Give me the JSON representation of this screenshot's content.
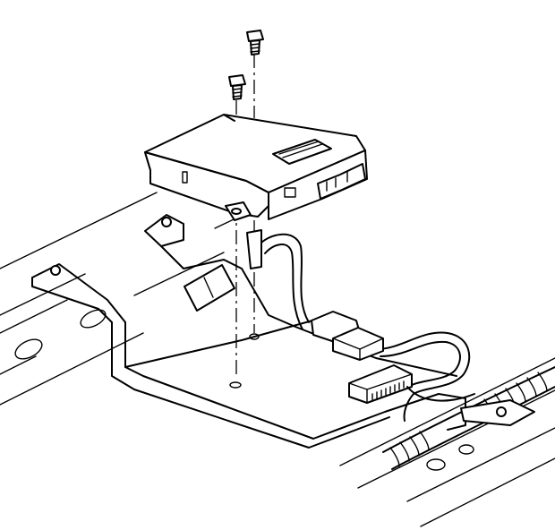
{
  "diagram": {
    "kind": "exploded-view-line-art",
    "ink_color": "#000000",
    "background_color": "#ffffff",
    "parts": [
      "screw",
      "screw",
      "control-module",
      "mounting-bracket",
      "wiring-harness",
      "harness-connector",
      "module-connector",
      "floor-crossmember",
      "conduit"
    ]
  }
}
